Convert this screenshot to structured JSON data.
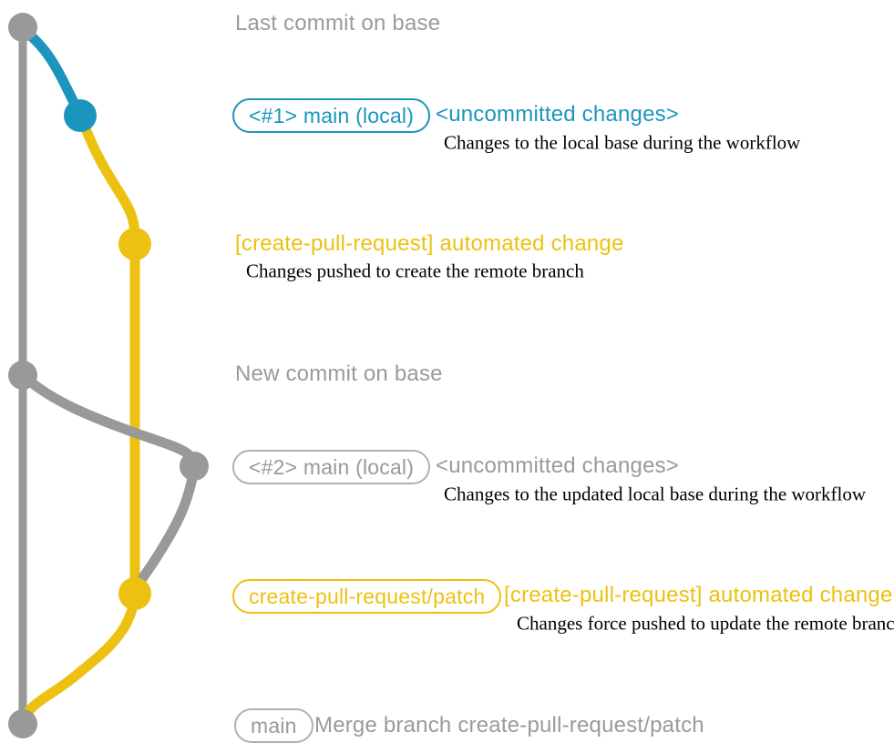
{
  "colors": {
    "base_gray": "#999999",
    "teal": "#1b95be",
    "yellow": "#edc111",
    "description_text": "#000000",
    "background": "#ffffff"
  },
  "annotations": {
    "last_commit_on_base": "Last commit on base",
    "new_commit_on_base": "New commit on base",
    "merge_commit": "Merge branch create-pull-request/patch"
  },
  "branch_labels": {
    "main_local_1": "<#1> main (local)",
    "main_local_2": "<#2> main (local)",
    "patch_branch": "create-pull-request/patch",
    "main_final": "main"
  },
  "commit_messages": {
    "uncommitted_1": "<uncommitted changes>",
    "automated_change_1": "[create-pull-request] automated change",
    "uncommitted_2": "<uncommitted changes>",
    "automated_change_2": "[create-pull-request] automated change"
  },
  "descriptions": {
    "local_base": "Changes to the local base during the workflow",
    "pushed_create": "Changes pushed to create the remote branch",
    "updated_local_base": "Changes to the updated local base during the workflow",
    "force_pushed": "Changes force pushed to update the remote branch"
  },
  "graph": {
    "commit_dot_colors_top_to_bottom": [
      "base_gray",
      "teal",
      "yellow",
      "base_gray",
      "base_gray",
      "yellow",
      "base_gray"
    ]
  }
}
